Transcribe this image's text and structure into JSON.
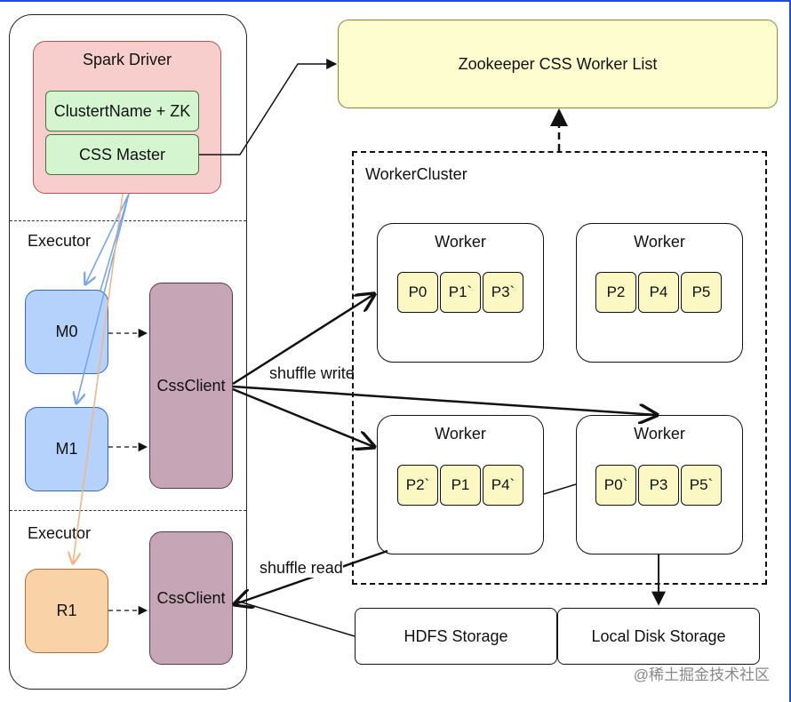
{
  "driver": {
    "title": "Spark Driver",
    "cluster_name": "ClustertName + ZK",
    "css_master": "CSS Master"
  },
  "executors": [
    {
      "label": "Executor",
      "tasks": [
        "M0",
        "M1"
      ],
      "client": "CssClient"
    },
    {
      "label": "Executor",
      "tasks": [
        "R1"
      ],
      "client": "CssClient"
    }
  ],
  "zookeeper": {
    "label": "Zookeeper CSS Worker List"
  },
  "worker_cluster": {
    "label": "WorkerCluster",
    "workers": [
      {
        "label": "Worker",
        "partitions": [
          "P0",
          "P1`",
          "P3`"
        ]
      },
      {
        "label": "Worker",
        "partitions": [
          "P2",
          "P4",
          "P5"
        ]
      },
      {
        "label": "Worker",
        "partitions": [
          "P2`",
          "P1",
          "P4`"
        ]
      },
      {
        "label": "Worker",
        "partitions": [
          "P0`",
          "P3",
          "P5`"
        ]
      }
    ]
  },
  "edges": {
    "shuffle_write": "shuffle write",
    "shuffle_read": "shuffle read"
  },
  "storage": {
    "hdfs": "HDFS Storage",
    "local_disk": "Local Disk Storage"
  },
  "watermark": "@稀土掘金技术社区"
}
